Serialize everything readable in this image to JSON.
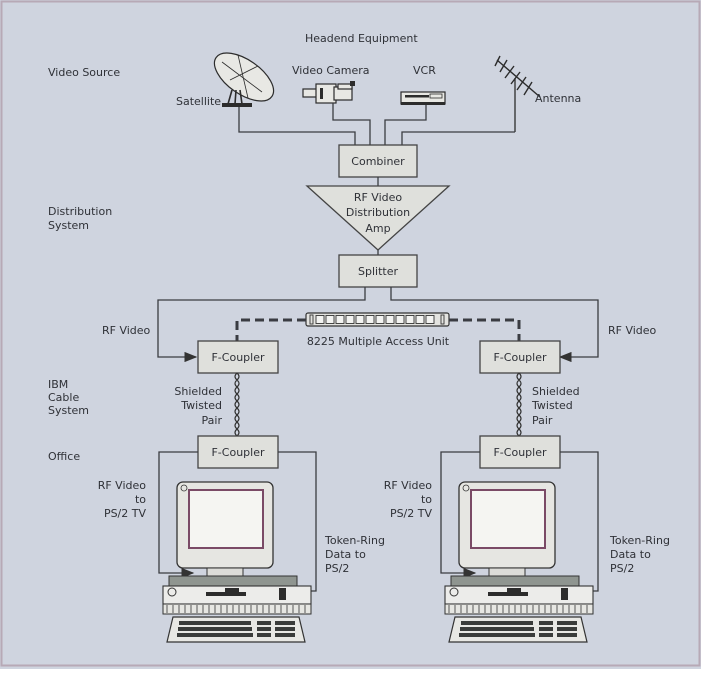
{
  "title": "Headend Equipment",
  "sections": {
    "video_source": "Video Source",
    "distribution_system": [
      "Distribution",
      "System"
    ],
    "ibm_cable_system": [
      "IBM",
      "Cable",
      "System"
    ],
    "office": "Office"
  },
  "sources": {
    "satellite": "Satellite",
    "video_camera": "Video Camera",
    "vcr": "VCR",
    "antenna": "Antenna"
  },
  "components": {
    "combiner": "Combiner",
    "amp": [
      "RF Video",
      "Distribution",
      "Amp"
    ],
    "splitter": "Splitter",
    "mau": "8225 Multiple Access Unit",
    "f_coupler": "F-Coupler"
  },
  "labels": {
    "rf_video": "RF Video",
    "shielded_twisted_pair": [
      "Shielded",
      "Twisted",
      "Pair"
    ],
    "rf_video_to_tv": [
      "RF Video",
      "to",
      "PS/2 TV"
    ],
    "token_ring": [
      "Token-Ring",
      "Data to",
      "PS/2"
    ]
  },
  "colors": {
    "background": "#cfd4df",
    "box_fill": "#dfe0dc",
    "line": "#3a3c42",
    "frame": "#b7a9b6"
  }
}
